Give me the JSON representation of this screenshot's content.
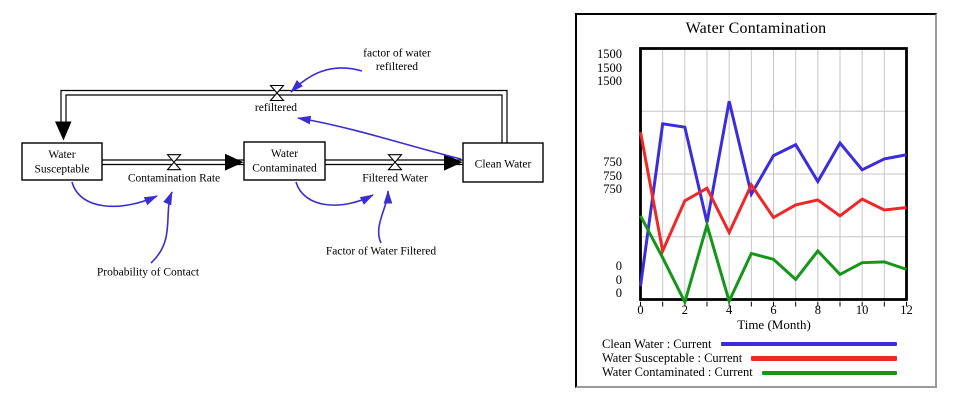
{
  "diagram": {
    "stocks": {
      "water_susceptable": {
        "line1": "Water",
        "line2": "Susceptable"
      },
      "water_contaminated": {
        "line1": "Water",
        "line2": "Contaminated"
      },
      "clean_water": {
        "label": "Clean Water"
      }
    },
    "valves": {
      "contamination_rate": {
        "label": "Contamination Rate"
      },
      "filtered_water": {
        "label": "Filtered Water"
      },
      "refiltered": {
        "label": "refiltered"
      }
    },
    "auxiliaries": {
      "probability_of_contact": {
        "label": "Probability of Contact"
      },
      "factor_of_water_filtered": {
        "label": "Factor of Water Filtered"
      },
      "factor_of_water_refiltered": {
        "line1": "factor of water",
        "line2": "refiltered"
      }
    },
    "colors": {
      "influence_arrow": "#3c2dd0",
      "structure": "#000000"
    }
  },
  "chart_data": {
    "type": "line",
    "title": "Water Contamination",
    "xlabel": "Time (Month)",
    "x": [
      0,
      1,
      2,
      3,
      4,
      5,
      6,
      7,
      8,
      9,
      10,
      11,
      12
    ],
    "x_ticks": [
      "0",
      "2",
      "4",
      "6",
      "8",
      "10",
      "12"
    ],
    "xlim": [
      0,
      12
    ],
    "ylim": [
      0,
      1500
    ],
    "y_ticks": [
      "1500",
      "750",
      "0"
    ],
    "y_tick_repeat_per_series": 3,
    "grid": true,
    "legend_position": "bottom",
    "gridline_color": "#c6c6c6",
    "series": [
      {
        "name": "Clean Water : Current",
        "color": "#3c2ddc",
        "values": [
          80,
          1050,
          1030,
          460,
          1185,
          630,
          860,
          925,
          705,
          935,
          775,
          840,
          865
        ]
      },
      {
        "name": "Water Susceptable : Current",
        "color": "#ee2828",
        "values": [
          1000,
          290,
          590,
          665,
          400,
          685,
          490,
          565,
          595,
          500,
          600,
          535,
          550
        ]
      },
      {
        "name": "Water Contaminated : Current",
        "color": "#149619",
        "values": [
          500,
          250,
          -15,
          445,
          -10,
          275,
          240,
          120,
          290,
          150,
          220,
          225,
          180
        ]
      }
    ]
  }
}
